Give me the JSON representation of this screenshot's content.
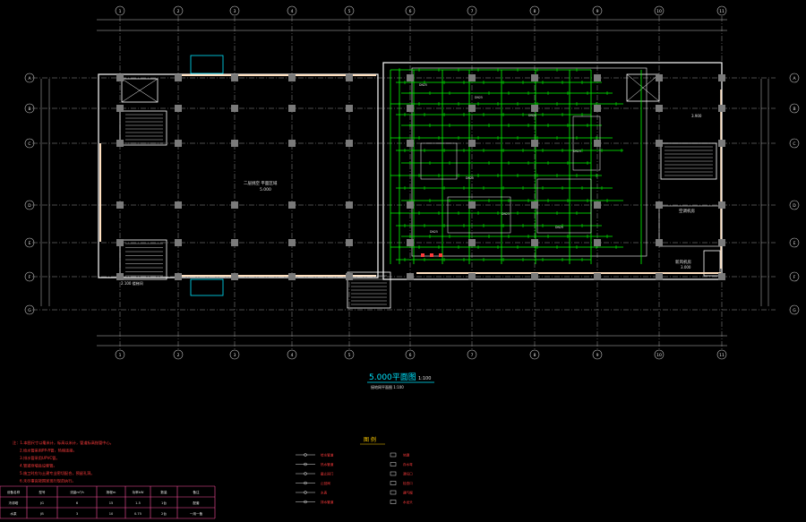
{
  "drawing": {
    "title": "5.000平面图",
    "scale": "1:100",
    "subtitle": "接地网平面图 1:100",
    "hall_label": "二层挑空 平面区域",
    "hall_elev": "5.000",
    "right_room_labels": [
      "空调机房",
      "新风机房"
    ],
    "right_room_elev": [
      "3.900",
      "3.000"
    ],
    "left_stair_note": "2.100 楼梯间"
  },
  "grid": {
    "columns": [
      "1",
      "2",
      "3",
      "4",
      "5",
      "6",
      "7",
      "8",
      "9",
      "10",
      "11"
    ],
    "rows": [
      "A",
      "B",
      "C",
      "D",
      "E",
      "F",
      "G"
    ]
  },
  "colors": {
    "background": "#000000",
    "wall": "#ffffff",
    "grid": "#bfbfbf",
    "pipe": "#00ff00",
    "note": "#ff3b3b",
    "table": "#ff4fa0",
    "label": "#e0e0e0",
    "cyan": "#00e5ff",
    "yellow": "#ffff00",
    "legend_title": "#ffcc00"
  },
  "notes": [
    "注：1.本图尺寸以毫米计，标高以米计，管道标高指管中心。",
    "2.给水管采用PP-R管，热熔连接。",
    "3.排水管采用UPVC管。",
    "4.管道穿墙处设套管。",
    "5.施工时应与土建专业密切配合，预留孔洞。",
    "6.未尽事宜按国家现行规范执行。"
  ],
  "table": {
    "headers": [
      "设备名称",
      "型号",
      "流量m³/h",
      "扬程m",
      "功率kW",
      "数量",
      "备注"
    ],
    "rows": [
      [
        "冷却塔",
        "JG",
        "6",
        "15",
        "1.5",
        "1台",
        "配套"
      ],
      [
        "水泵",
        "JB",
        "3",
        "10",
        "0.75",
        "2台",
        "一用一备"
      ]
    ]
  },
  "legend": {
    "title": "图 例",
    "items": [
      "给水管道",
      "热水管道",
      "截止阀门",
      "止回阀",
      "水表",
      "排水管道"
    ],
    "items_right": [
      "地漏",
      "存水弯",
      "清扫口",
      "检查口",
      "通气帽",
      "水龙头"
    ]
  }
}
